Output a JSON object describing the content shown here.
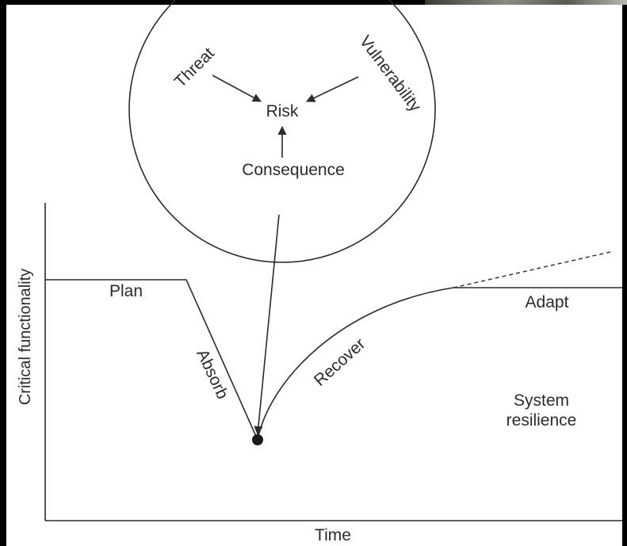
{
  "diagram": {
    "risk_circle": {
      "threat": "Threat",
      "vulnerability": "Vulnerability",
      "risk": "Risk",
      "consequence": "Consequence"
    },
    "phases": {
      "plan": "Plan",
      "absorb": "Absorb",
      "recover": "Recover",
      "adapt": "Adapt"
    },
    "system_label_line1": "System",
    "system_label_line2": "resilience",
    "x_axis_label": "Time",
    "y_axis_label": "Critical functionality"
  },
  "colors": {
    "line": "#2b2b2b",
    "background": "#ffffff",
    "frame": "#000000"
  }
}
